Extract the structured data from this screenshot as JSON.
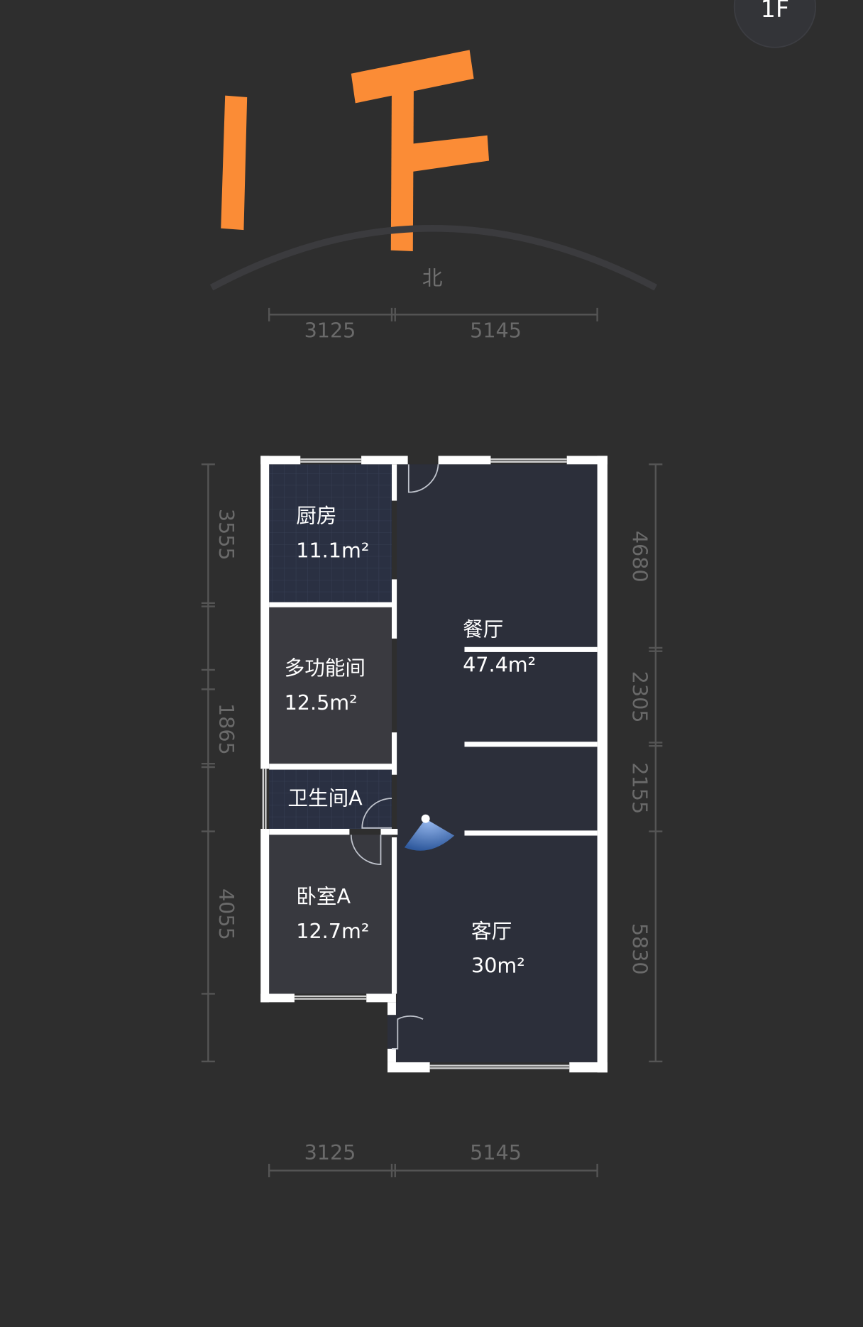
{
  "floor_badge": "1F",
  "floor_label": "1F",
  "compass": "北",
  "colors": {
    "accent": "#fb8c36",
    "background": "#2e2e2e",
    "wall": "#ffffff",
    "room": "#2c2f3a"
  },
  "dimensions": {
    "top": [
      "3125",
      "5145"
    ],
    "bottom": [
      "3125",
      "5145"
    ],
    "left": [
      "3555",
      "1865",
      "4055"
    ],
    "right": [
      "4680",
      "2305",
      "2155",
      "5830"
    ]
  },
  "rooms": [
    {
      "name": "厨房",
      "area": "11.1m²"
    },
    {
      "name": "多功能间",
      "area": "12.5m²"
    },
    {
      "name": "卫生间A",
      "area": ""
    },
    {
      "name": "卧室A",
      "area": "12.7m²"
    },
    {
      "name": "餐厅",
      "area": "47.4m²"
    },
    {
      "name": "客厅",
      "area": "30m²"
    }
  ]
}
